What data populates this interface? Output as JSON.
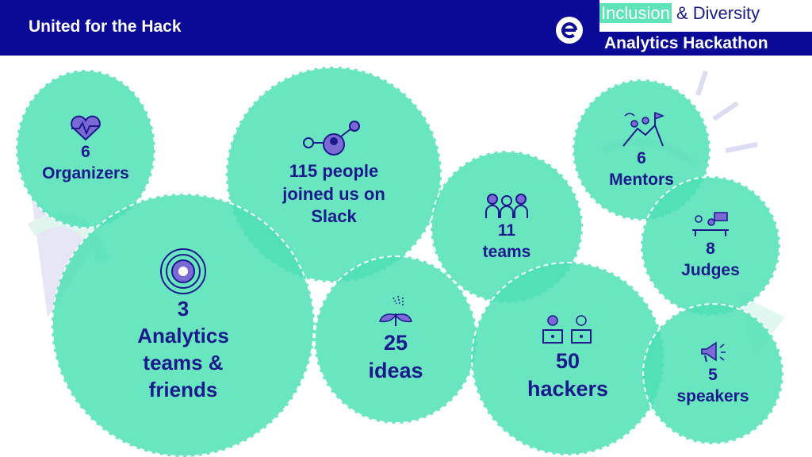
{
  "header": {
    "title": "United for the Hack"
  },
  "brand": {
    "line1_highlight": "Inclusion",
    "line1_rest": " & Diversity",
    "line2": "Analytics Hackathon"
  },
  "colors": {
    "navy": "#0a0a96",
    "bubble": "#4fe0b5",
    "text": "#1a1a8c"
  },
  "stats": {
    "organizers": {
      "value": "6",
      "label": "Organizers",
      "icon": "heartbeat-icon"
    },
    "slack": {
      "line1": "115 people",
      "line2": "joined us on",
      "line3": "Slack",
      "icon": "network-user-icon"
    },
    "teams": {
      "value": "11",
      "label": "teams",
      "icon": "group-icon"
    },
    "mentors": {
      "value": "6",
      "label": "Mentors",
      "icon": "climbing-flag-icon"
    },
    "judges": {
      "value": "8",
      "label": "Judges",
      "icon": "panel-icon"
    },
    "analytics": {
      "value": "3",
      "line1": "Analytics",
      "line2": "teams &",
      "line3": "friends",
      "icon": "target-logo-icon"
    },
    "ideas": {
      "value": "25",
      "label": "ideas",
      "icon": "sprout-icon"
    },
    "hackers": {
      "value": "50",
      "label": "hackers",
      "icon": "hackers-laptop-icon"
    },
    "speakers": {
      "value": "5",
      "label": "speakers",
      "icon": "megaphone-icon"
    }
  }
}
